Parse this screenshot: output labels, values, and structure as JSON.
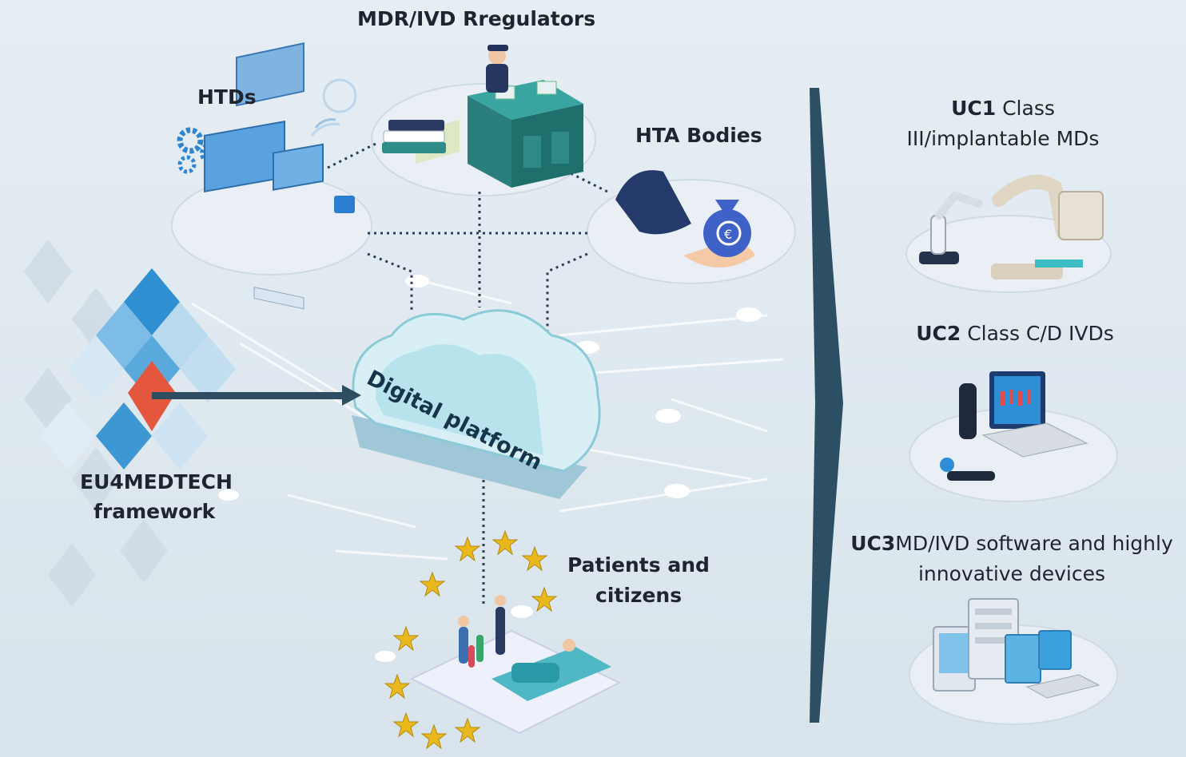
{
  "labels": {
    "regulators": "MDR/IVD Rregulators",
    "htds": "HTDs",
    "hta_bodies": "HTA Bodies",
    "framework_line1": "EU4MEDTECH",
    "framework_line2": "framework",
    "digital_platform": "Digital platform",
    "patients_line1": "Patients and",
    "patients_line2": "citizens"
  },
  "use_cases": [
    {
      "code": "UC1",
      "line1_rest": " Class",
      "line2": "III/implantable MDs"
    },
    {
      "code": "UC2",
      "line1_rest": " Class C/D IVDs"
    },
    {
      "code": "UC3",
      "line1_rest": "MD/IVD software and highly",
      "line2": "innovative devices"
    }
  ],
  "colors": {
    "background": "#dde7ee",
    "divider": "#2d4f63",
    "arrow": "#2f4d60",
    "diamond_blue": "#3d97d3",
    "diamond_light": "#a9cfe8",
    "diamond_red": "#e5563f",
    "star": "#e8b81c",
    "teal": "#2f8f8c",
    "navy": "#233a6b"
  }
}
